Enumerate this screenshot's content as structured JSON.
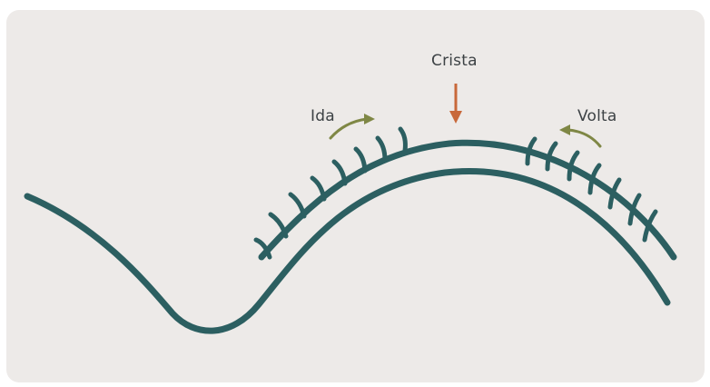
{
  "labels": {
    "crista": "Crista",
    "ida": "Ida",
    "volta": "Volta"
  },
  "colors": {
    "background": "#edeae8",
    "curve": "#2c5f61",
    "crest_arrow": "#c8683a",
    "motion_arrow": "#7f8745",
    "text": "#3d4245"
  }
}
